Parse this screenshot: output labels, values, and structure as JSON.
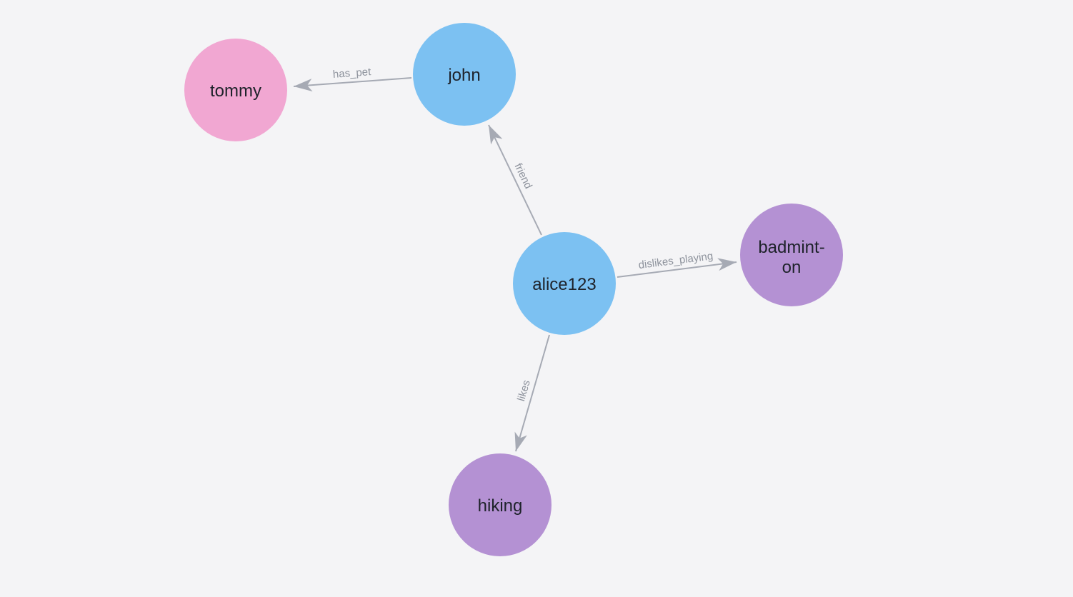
{
  "canvas": {
    "background_color": "#F4F4F6"
  },
  "graph": {
    "type": "node-link-graph",
    "node_text_color": "#1E222A",
    "edge_color": "#A6AAB4",
    "edge_label_color": "#8D929C",
    "node_colors": {
      "person": "#7CC1F2",
      "pet": "#F1A7D2",
      "activity": "#B491D3"
    },
    "nodes": [
      {
        "id": "tommy",
        "caption": "tommy",
        "color": "#F1A7D2"
      },
      {
        "id": "john",
        "caption": "john",
        "color": "#7CC1F2"
      },
      {
        "id": "alice123",
        "caption": "alice123",
        "color": "#7CC1F2"
      },
      {
        "id": "badminton",
        "caption": "badminton",
        "caption_lines": [
          "badmint-",
          "on"
        ],
        "color": "#B491D3"
      },
      {
        "id": "hiking",
        "caption": "hiking",
        "color": "#B491D3"
      }
    ],
    "edges": [
      {
        "from": "john",
        "to": "tommy",
        "label": "has_pet"
      },
      {
        "from": "alice123",
        "to": "john",
        "label": "friend"
      },
      {
        "from": "alice123",
        "to": "badminton",
        "label": "dislikes_playing"
      },
      {
        "from": "alice123",
        "to": "hiking",
        "label": "likes"
      }
    ]
  }
}
